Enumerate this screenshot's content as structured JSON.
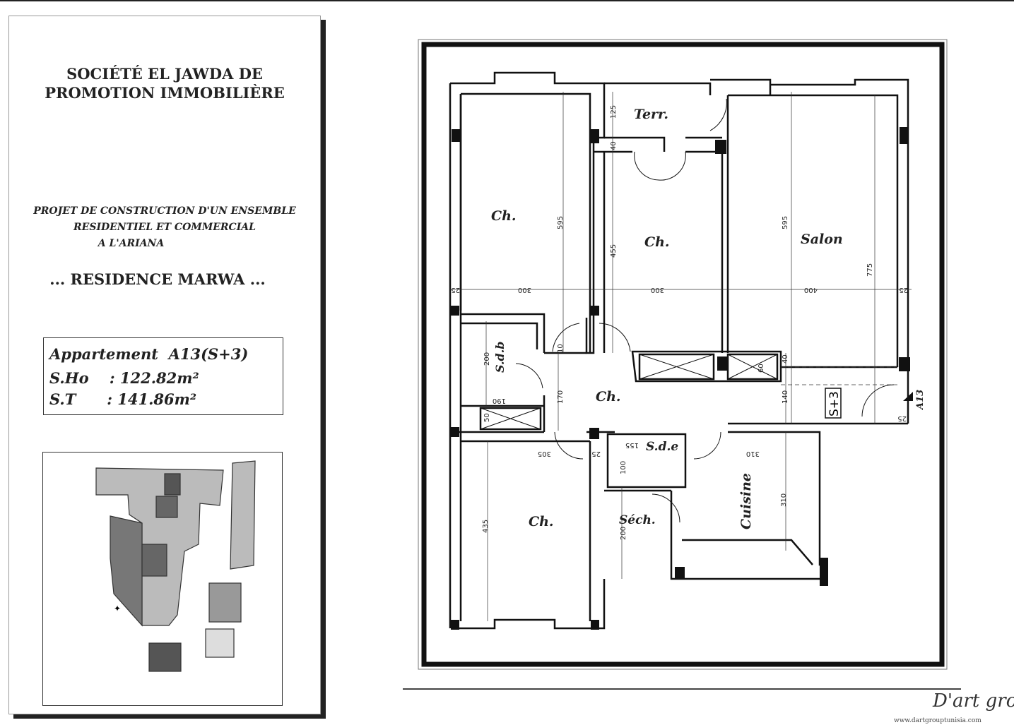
{
  "cover": {
    "company": [
      "SOCIÉTÉ EL JAWDA DE",
      "PROMOTION IMMOBILIÈRE"
    ],
    "project": [
      "PROJET DE CONSTRUCTION D'UN ENSEMBLE",
      "RESIDENTIEL ET COMMERCIAL",
      "A L'ARIANA"
    ],
    "residence": "... RESIDENCE MARWA ...",
    "apartment": {
      "title": "Appartement  A13(S+3)",
      "sho": "S.Ho    : 122.82m²",
      "st": "S.T      : 141.86m²"
    }
  },
  "plan": {
    "rooms": {
      "ch1": "Ch.",
      "ch2": "Ch.",
      "salon": "Salon",
      "terr": "Terr.",
      "sdb": "S.d.b",
      "ch3": "Ch.",
      "ch4": "Ch.",
      "sde": "S.d.e",
      "sech": "Séch.",
      "cuisine": "Cuisine"
    },
    "type_label": "S+3",
    "unit_label": "A13",
    "dims": {
      "d125": "125",
      "d40a": "40",
      "d595a": "595",
      "d455": "455",
      "d595b": "595",
      "d775": "775",
      "d25a": "25",
      "d300a": "300",
      "d300b": "300",
      "d400": "400",
      "d25b": "25",
      "d200a": "200",
      "d10": "10",
      "d190": "190",
      "d50": "50",
      "d170": "170",
      "d140": "140",
      "d40b": "40",
      "d60": "60",
      "d25c": "25",
      "d305": "305",
      "d25d": "25",
      "d155": "155",
      "d100": "100",
      "d310a": "310",
      "d310b": "310",
      "d435": "435",
      "d200b": "200"
    }
  },
  "footer": {
    "logo": "D'art group",
    "url": "www.dartgrouptunisia.com"
  }
}
